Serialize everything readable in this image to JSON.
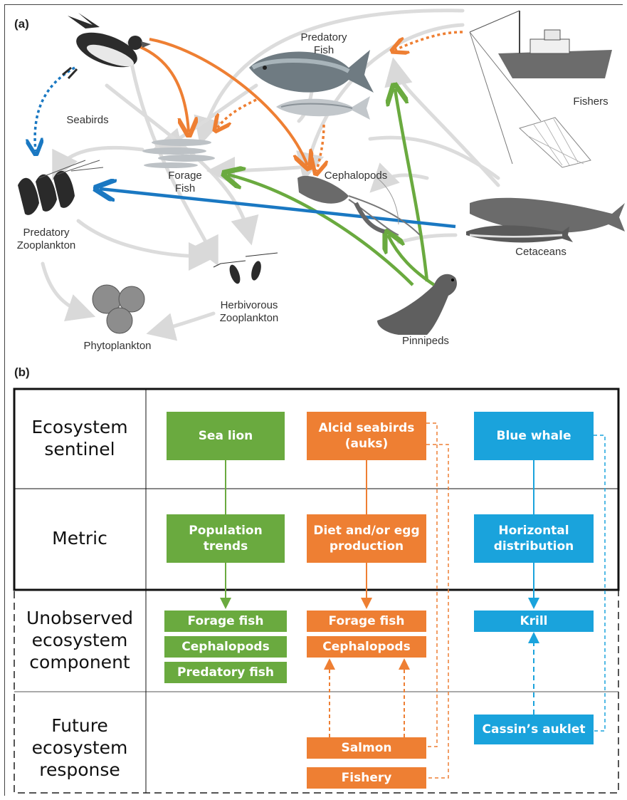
{
  "panel_a": {
    "label": "(a)",
    "nodes": {
      "seabirds": "Seabirds",
      "predatory_fish": [
        "Predatory",
        "Fish"
      ],
      "fishers": "Fishers",
      "forage_fish": [
        "Forage",
        "Fish"
      ],
      "cephalopods": "Cephalopods",
      "predatory_zooplankton": [
        "Predatory",
        "Zooplankton"
      ],
      "cetaceans": "Cetaceans",
      "herbivorous_zooplankton": [
        "Herbivorous",
        "Zooplankton"
      ],
      "phytoplankton": "Phytoplankton",
      "pinnipeds": "Pinnipeds"
    }
  },
  "panel_b": {
    "label": "(b)",
    "rows": {
      "sentinel": "Ecosystem sentinel",
      "metric": "Metric",
      "unobserved": "Unobserved ecosystem component",
      "future": "Future ecosystem response"
    },
    "green": {
      "sentinel": "Sea lion",
      "metric": "Population trends",
      "components": [
        "Forage fish",
        "Cephalopods",
        "Predatory fish"
      ]
    },
    "orange": {
      "sentinel": "Alcid seabirds (auks)",
      "metric": "Diet and/or egg production",
      "components": [
        "Forage fish",
        "Cephalopods"
      ],
      "responses": [
        "Salmon",
        "Fishery"
      ]
    },
    "blue": {
      "sentinel": "Blue whale",
      "metric": "Horizontal distribution",
      "components": [
        "Krill"
      ],
      "responses": [
        "Cassin’s auklet"
      ]
    },
    "colors": {
      "green": "#6aaa3f",
      "orange": "#ee7f33",
      "blue": "#1aa3dc"
    }
  }
}
